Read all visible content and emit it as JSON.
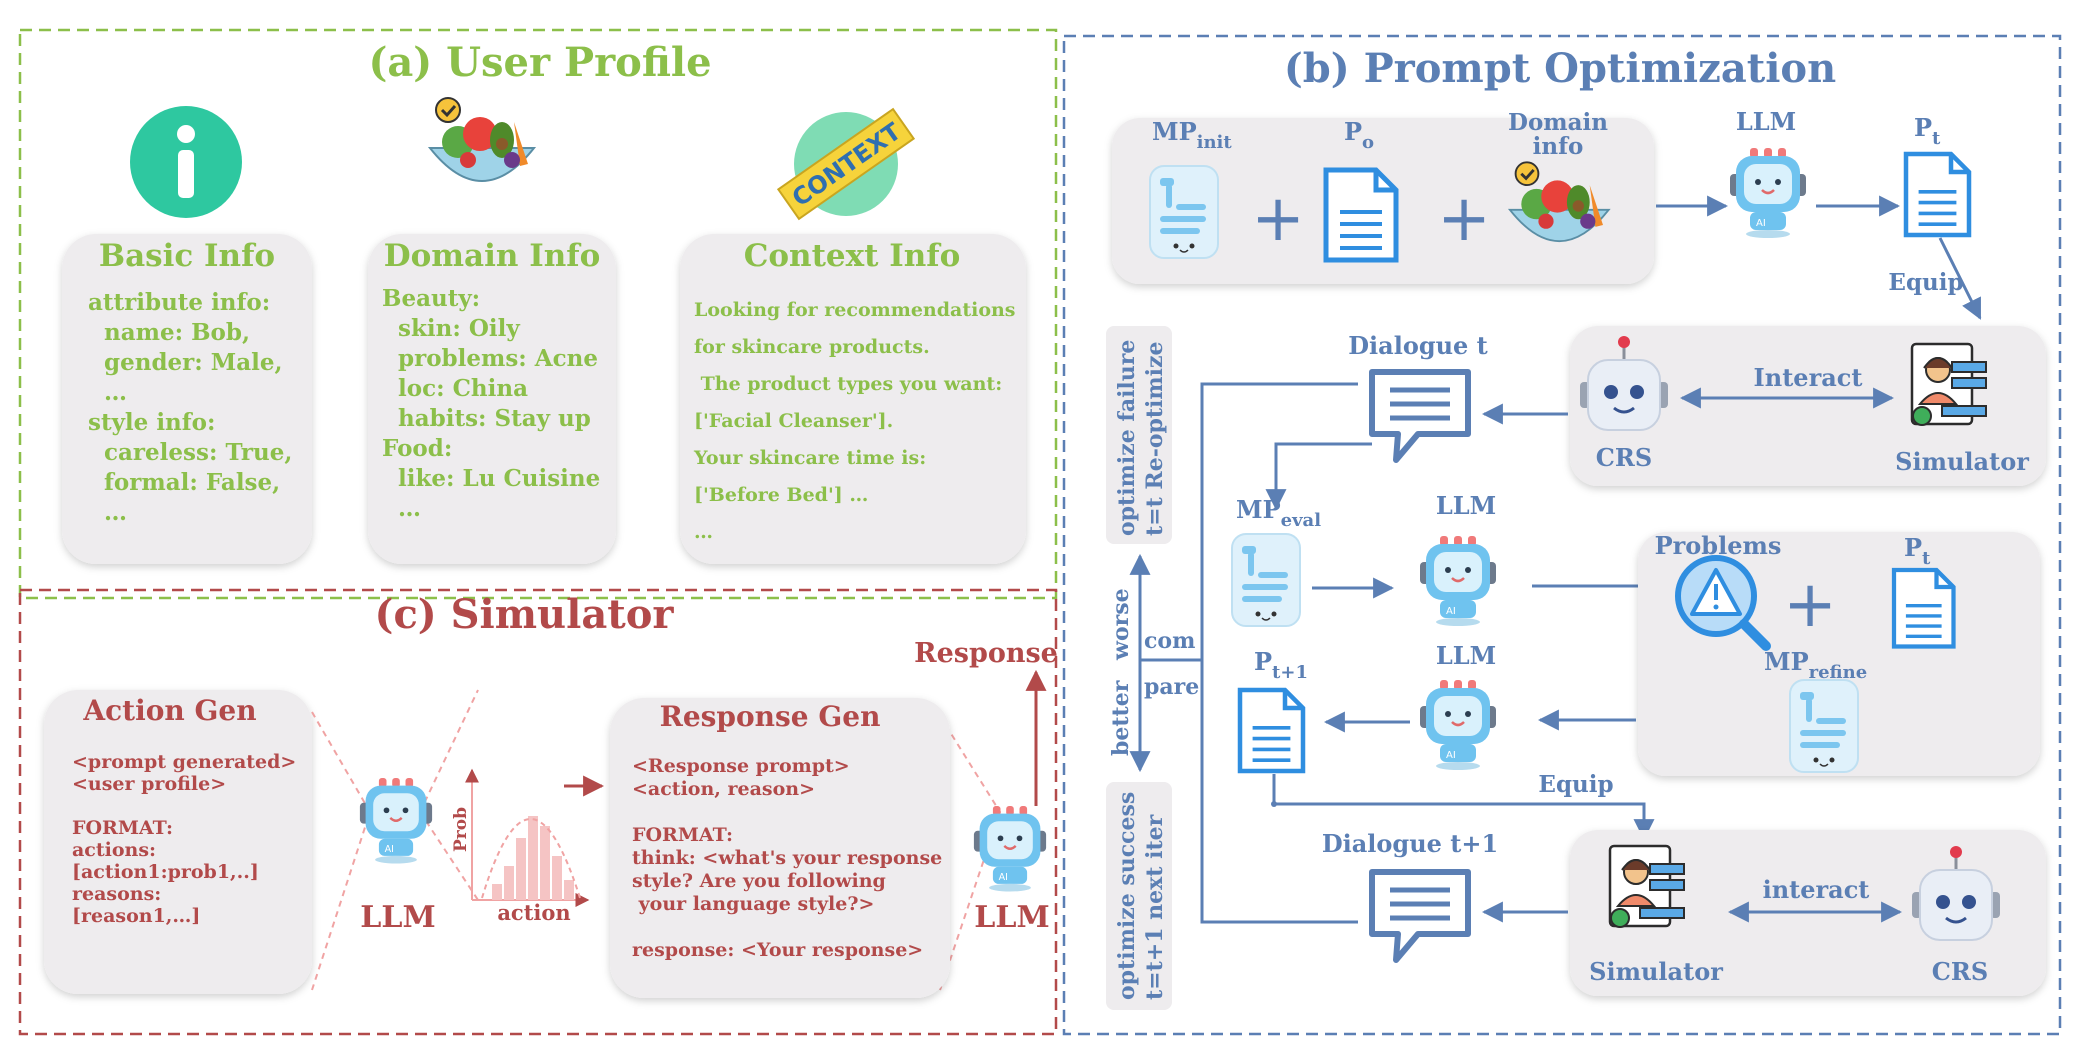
{
  "colors": {
    "green": "#8cbf4a",
    "red": "#b24a4a",
    "blue": "#5b7fb4",
    "box": "#eeecee"
  },
  "user_profile": {
    "title": "(a) User Profile",
    "basic_info": {
      "header": "Basic Info",
      "lines": [
        "attribute info:",
        "  name: Bob,",
        "  gender: Male,",
        "  …",
        "style info:",
        "  careless: True,",
        "  formal: False,",
        "  …"
      ]
    },
    "domain_info": {
      "header": "Domain Info",
      "lines": [
        "Beauty:",
        "  skin: Oily",
        "  problems: Acne",
        "  loc: China",
        "  habits: Stay up",
        "Food:",
        "  like: Lu Cuisine",
        "  …"
      ]
    },
    "context_info": {
      "header": "Context Info",
      "badge": "CONTEXT",
      "lines": [
        "Looking for recommendations",
        "for skincare products.",
        " The product types you want:",
        "['Facial Cleanser'].",
        "Your skincare time is:",
        "['Before Bed'] …",
        "…"
      ]
    }
  },
  "simulator": {
    "title": "(c) Simulator",
    "action_gen": {
      "header": "Action Gen",
      "lines": [
        "<prompt generated>",
        "<user profile>",
        "",
        "FORMAT:",
        "actions:",
        "[action1:prob1,..]",
        "reasons:",
        "[reason1,…]"
      ]
    },
    "llm_label": "LLM",
    "prob_label": "Prob",
    "action_label": "action",
    "response_gen": {
      "header": "Response Gen",
      "lines": [
        "<Response prompt>",
        "<action, reason>",
        "",
        "FORMAT:",
        "think: <what's your response",
        "style? Are you following",
        " your language style?>",
        "",
        "response: <Your response>"
      ]
    },
    "llm2_label": "LLM",
    "response_label": "Response"
  },
  "prompt_opt": {
    "title": "(b) Prompt Optimization",
    "mp_init": "MP",
    "mp_init_sub": "init",
    "p0": "P",
    "p0_sub": "o",
    "domain_info": "Domain",
    "domain_info2": "info",
    "llm_top": "LLM",
    "pt_top": "P",
    "pt_top_sub": "t",
    "equip1": "Equip",
    "dialogue_t": "Dialogue t",
    "crs1": "CRS",
    "interact1": "Interact",
    "simulator1": "Simulator",
    "mp_eval": "MP",
    "mp_eval_sub": "eval",
    "llm_mid": "LLM",
    "problems": "Problems",
    "pt_mid": "P",
    "pt_mid_sub": "t",
    "mp_refine": "MP",
    "mp_refine_sub": "refine",
    "llm_low": "LLM",
    "pt1": "P",
    "pt1_sub": "t+1",
    "equip2": "Equip",
    "dialogue_t1": "Dialogue t+1",
    "simulator2": "Simulator",
    "interact2": "interact",
    "crs2": "CRS",
    "side_fail_1": "optimize failure",
    "side_fail_2": "t=t  Re-optimize",
    "side_worse": "worse",
    "side_better": "better",
    "side_com": "com",
    "side_pare": "pare",
    "side_succ_1": "optimize success",
    "side_succ_2": "t=t+1 next iter"
  }
}
